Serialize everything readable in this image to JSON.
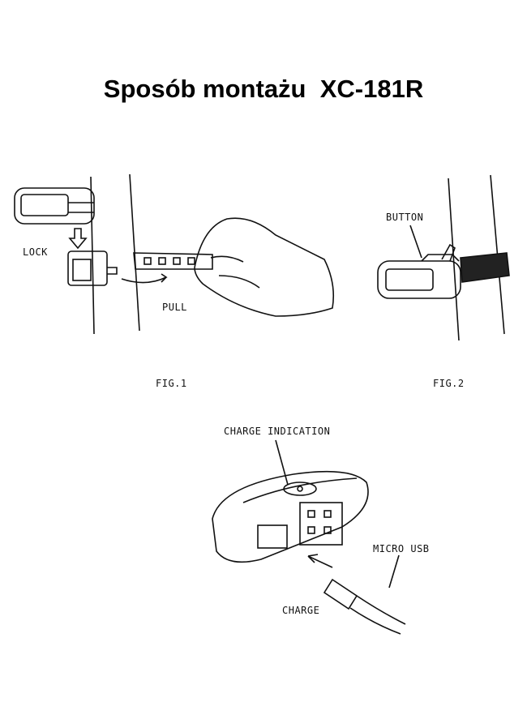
{
  "title": "Sposób montażu  XC-181R",
  "fig1": {
    "caption": "FIG.1",
    "lock_label": "LOCK",
    "pull_label": "PULL"
  },
  "fig2": {
    "caption": "FIG.2",
    "button_label": "BUTTON"
  },
  "fig3": {
    "charge_indication_label": "CHARGE INDICATION",
    "micro_usb_label": "MICRO USB",
    "charge_label": "CHARGE"
  }
}
